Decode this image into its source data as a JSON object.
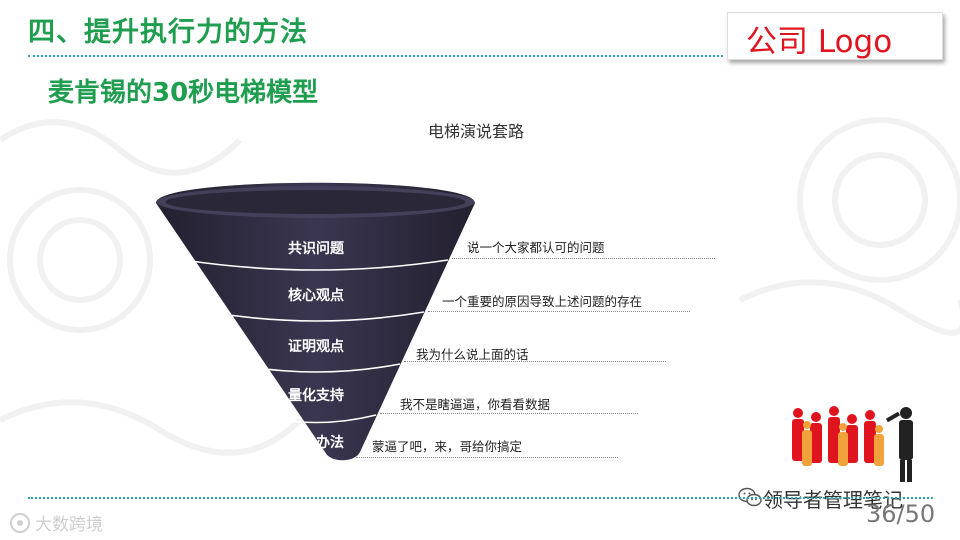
{
  "slide": {
    "section_title": "四、提升执行力的方法",
    "subtitle": "麦肯锡的30秒电梯模型",
    "logo_text": "公司 Logo",
    "page_number": "36/50",
    "wechat_account": "领导者管理笔记",
    "watermark": "大数跨境"
  },
  "diagram": {
    "title": "电梯演说套路",
    "stages": [
      {
        "label": "共识问题",
        "description": "说一个大家都认可的问题"
      },
      {
        "label": "核心观点",
        "description": "一个重要的原因导致上述问题的存在"
      },
      {
        "label": "证明观点",
        "description": "我为什么说上面的话"
      },
      {
        "label": "量化支持",
        "description": "我不是瞎逼逼，你看看数据"
      },
      {
        "label": "解决办法",
        "description": "蒙逼了吧，来，哥给你搞定"
      }
    ]
  },
  "colors": {
    "accent_green": "#1f9e50",
    "logo_red": "#e0141e",
    "funnel_fill": "#2e2b40",
    "rule_teal": "#2aa3b8"
  },
  "icons": [
    "wechat-icon",
    "watermark-logo-icon",
    "business-people-illustration"
  ]
}
